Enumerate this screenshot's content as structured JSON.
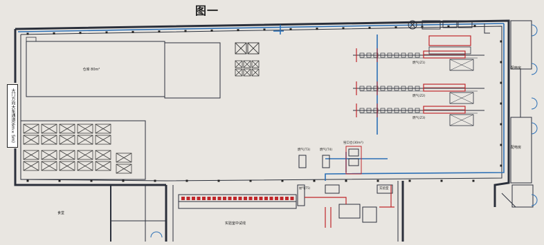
{
  "figure": {
    "caption": "图一"
  },
  "labels": {
    "storage": "仓库 80m²",
    "entrance": "大门方向大车通道(6m×5m)",
    "office": "食堂",
    "lab": "实验室中试线",
    "lab_room": "实验室",
    "dist_room_1": "配电房",
    "dist_room_2": "配电房",
    "burner_1": "燃气(Z1)",
    "burner_2": "燃气(Z2)",
    "burner_3": "燃气(Z3)",
    "tank_1": "燃气(T3)",
    "tank_2": "燃气(T4)",
    "steam_station": "窑口仓(30m³)",
    "feeder": "燃气(T5)"
  },
  "colors": {
    "wall": "#2a2f3a",
    "pipe_blue": "#2b6fb5",
    "kiln_red": "#c0262a",
    "grid": "#3c3c3c",
    "marker": "#222222"
  }
}
